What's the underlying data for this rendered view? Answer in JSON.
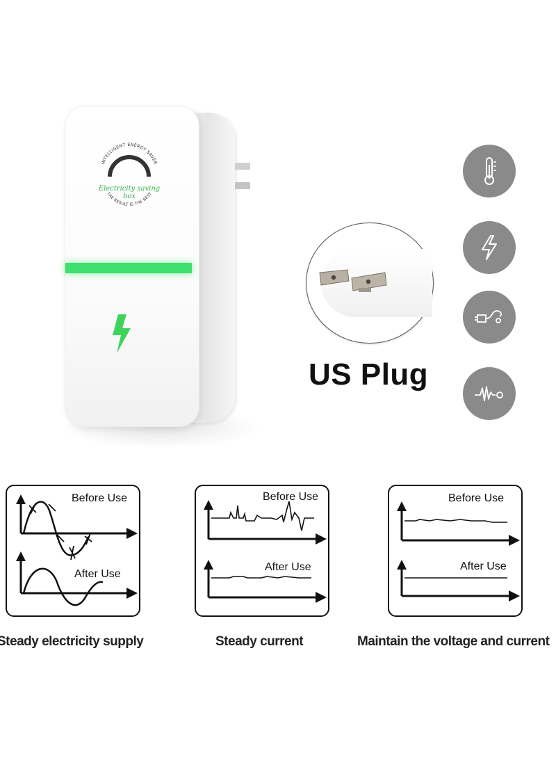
{
  "device": {
    "logo": {
      "arc_top_text": "INTELLIGENT ENERGY SAVER",
      "center_text": "Electricity saving box",
      "arc_bottom_text": "THE RESULT IS THE BEST"
    },
    "led_color": "#3fe070",
    "bolt_color": "#3fd35a"
  },
  "plug": {
    "label": "US Plug"
  },
  "feature_icons": [
    {
      "icon": "thermometer-icon"
    },
    {
      "icon": "lightning-icon"
    },
    {
      "icon": "plug-cable-icon"
    },
    {
      "icon": "waveform-icon"
    }
  ],
  "icon_bg_color": "#8a8a8a",
  "comparisons": [
    {
      "before_label": "Before Use",
      "after_label": "After Use",
      "caption": "Steady electricity supply"
    },
    {
      "before_label": "Before Use",
      "after_label": "After Use",
      "caption": "Steady current"
    },
    {
      "before_label": "Before Use",
      "after_label": "After Use",
      "caption": "Maintain the voltage and current"
    }
  ]
}
